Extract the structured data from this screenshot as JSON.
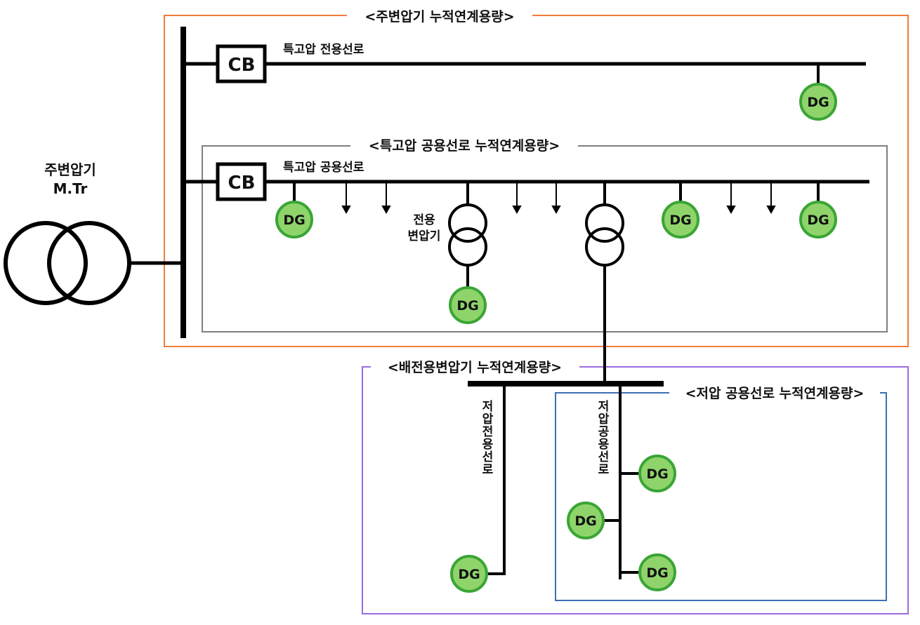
{
  "transformer": {
    "name": "주변압기",
    "code": "M.Tr"
  },
  "boxes": {
    "main_substation": {
      "title": "<주변압기 누적연계용량>",
      "color": "#f07d3a"
    },
    "eh_shared_line": {
      "title": "<특고압 공용선로 누적연계용량>",
      "color": "#7f7f7f"
    },
    "dist_transformer": {
      "title": "<배전용변압기 누적연계용량>",
      "color": "#9b6be0"
    },
    "lv_shared_line": {
      "title": "<저압 공용선로 누적연계용량>",
      "color": "#3b6fb5"
    }
  },
  "lines": {
    "eh_dedicated": "특고압 전용선로",
    "eh_shared": "특고압 공용선로",
    "dedicated_transformer": [
      "전용",
      "변압기"
    ],
    "lv_dedicated": "저압전용선로",
    "lv_shared": "저압공용선로"
  },
  "symbols": {
    "cb": "CB",
    "dg": "DG"
  },
  "colors": {
    "dg_fill": "#8fd46b",
    "dg_stroke": "#3aa535",
    "line": "#000000"
  }
}
